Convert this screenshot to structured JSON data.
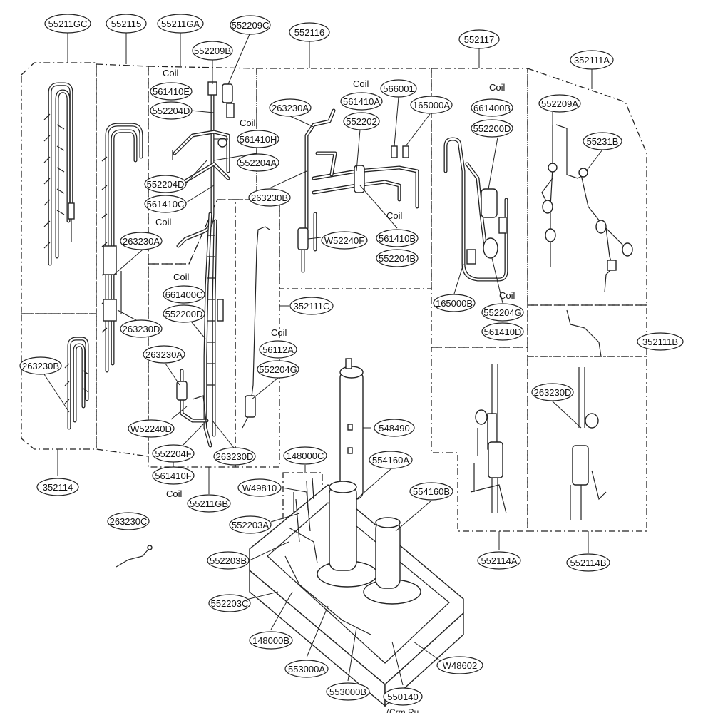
{
  "diagram": {
    "callouts": {
      "c55211GC": "55211GC",
      "c552115": "552115",
      "c55211GA": "55211GA",
      "c552209B": "552209B",
      "c552209C": "552209C",
      "c552116": "552116",
      "c552117": "552117",
      "c352111A": "352111A",
      "c561410E": "561410E",
      "c552204D_a": "552204D",
      "c561410H": "561410H",
      "c552204A": "552204A",
      "c552204D_b": "552204D",
      "c561410C": "561410C",
      "c263230A_a": "263230A",
      "c561410A": "561410A",
      "c566001": "566001",
      "c165000A": "165000A",
      "c263230A_b": "263230A",
      "c552202": "552202",
      "c661400B": "661400B",
      "c552200D_a": "552200D",
      "c552209A": "552209A",
      "c55231B": "55231B",
      "c263230B_a": "263230B",
      "c561410B": "561410B",
      "cW52240F": "W52240F",
      "c552204B": "552204B",
      "c661400C": "661400C",
      "c552200D_b": "552200D",
      "c263230D_a": "263230D",
      "c352111C": "352111C",
      "c165000B": "165000B",
      "c552204G_a": "552204G",
      "c561410D": "561410D",
      "c352111B": "352111B",
      "c263230B_b": "263230B",
      "c263230A_c": "263230A",
      "c56112A": "56112A",
      "c552204G_b": "552204G",
      "cW52240D": "W52240D",
      "c552204F": "552204F",
      "c263230D_b": "263230D",
      "c263230D_c": "263230D",
      "c548490": "548490",
      "c352114": "352114",
      "c561410F": "561410F",
      "c55211GB": "55211GB",
      "c148000C": "148000C",
      "cW49810": "W49810",
      "c554160A": "554160A",
      "c554160B": "554160B",
      "c263230C": "263230C",
      "c552203A": "552203A",
      "c552203B": "552203B",
      "c552114A": "552114A",
      "c552114B": "552114B",
      "c552203C": "552203C",
      "c148000B": "148000B",
      "cW48602": "W48602",
      "c553000A": "553000A",
      "c553000B": "553000B",
      "c550140": "550140"
    },
    "coil_label": "Coil",
    "bottom_note": "(Crm Ru"
  }
}
